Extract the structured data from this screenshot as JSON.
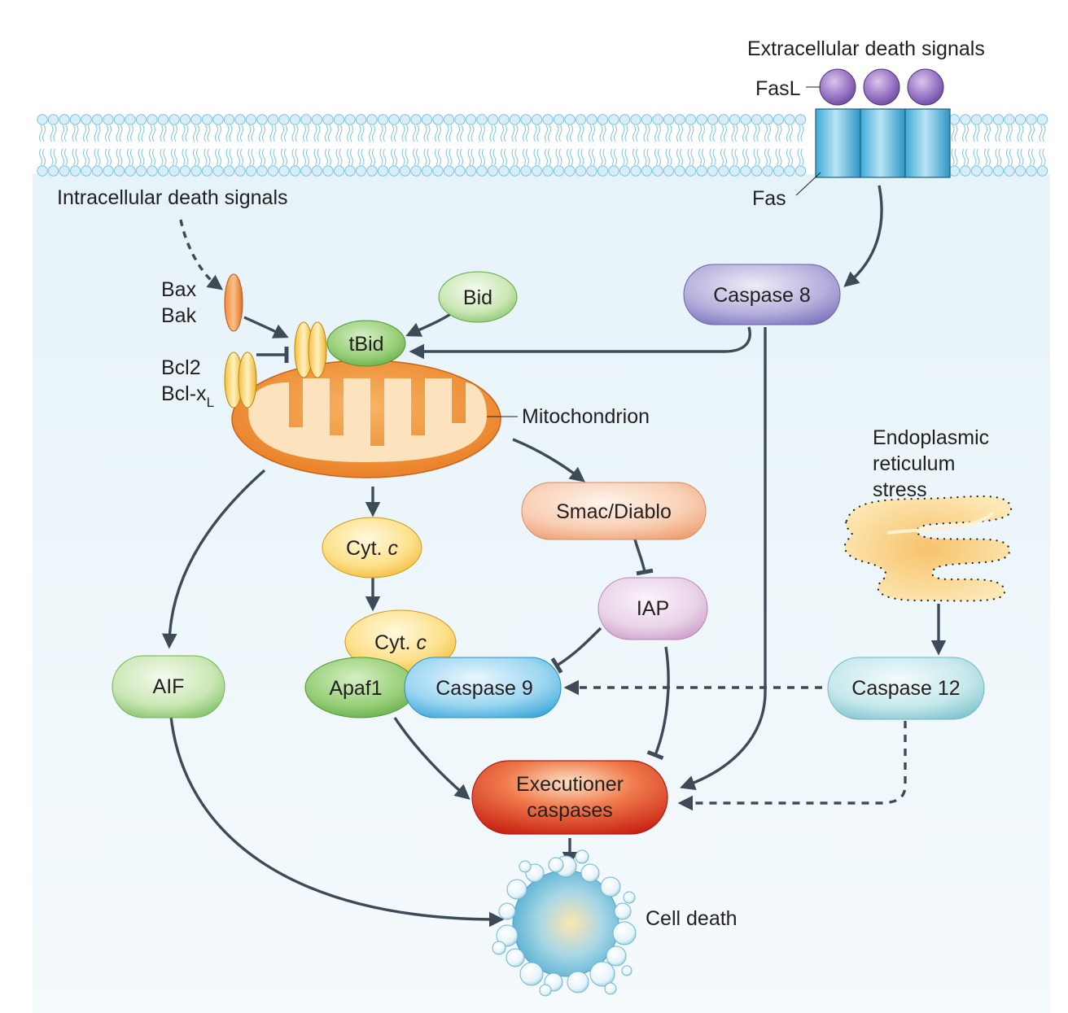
{
  "labels": {
    "extracellular": "Extracellular death signals",
    "fasl": "FasL",
    "fas": "Fas",
    "intracellular": "Intracellular death signals",
    "bax": "Bax",
    "bak": "Bak",
    "bcl2": "Bcl2",
    "bclxl_main": "Bcl-x",
    "bclxl_sub": "L",
    "mitochondrion": "Mitochondrion",
    "er_line1": "Endoplasmic",
    "er_line2": "reticulum",
    "er_line3": "stress",
    "cell_death": "Cell death"
  },
  "nodes": {
    "bid": "Bid",
    "tbid": "tBid",
    "caspase8": "Caspase 8",
    "smac": "Smac/Diablo",
    "cytc1_main": "Cyt. ",
    "cytc1_it": "c",
    "cytc2_main": "Cyt. ",
    "cytc2_it": "c",
    "iap": "IAP",
    "aif": "AIF",
    "apaf1": "Apaf1",
    "caspase9": "Caspase 9",
    "caspase12": "Caspase 12",
    "exec_line1": "Executioner",
    "exec_line2": "caspases"
  },
  "colors": {
    "membrane_head": "#d7eef8",
    "membrane_head_stroke": "#7cc3e0",
    "cytoplasm": "#eef7fb",
    "arrow": "#3d4a57",
    "green_node": "#a9d58f",
    "purple_node": "#a49ed0",
    "peach_node": "#f7c4a4",
    "yellow_node": "#fbd86a",
    "pink_node": "#e4c7e2",
    "blue_node": "#7cc7ea",
    "teal_node": "#b4e0e6",
    "red_node": "#e8402a",
    "orange_mito": "#f29a3a"
  }
}
